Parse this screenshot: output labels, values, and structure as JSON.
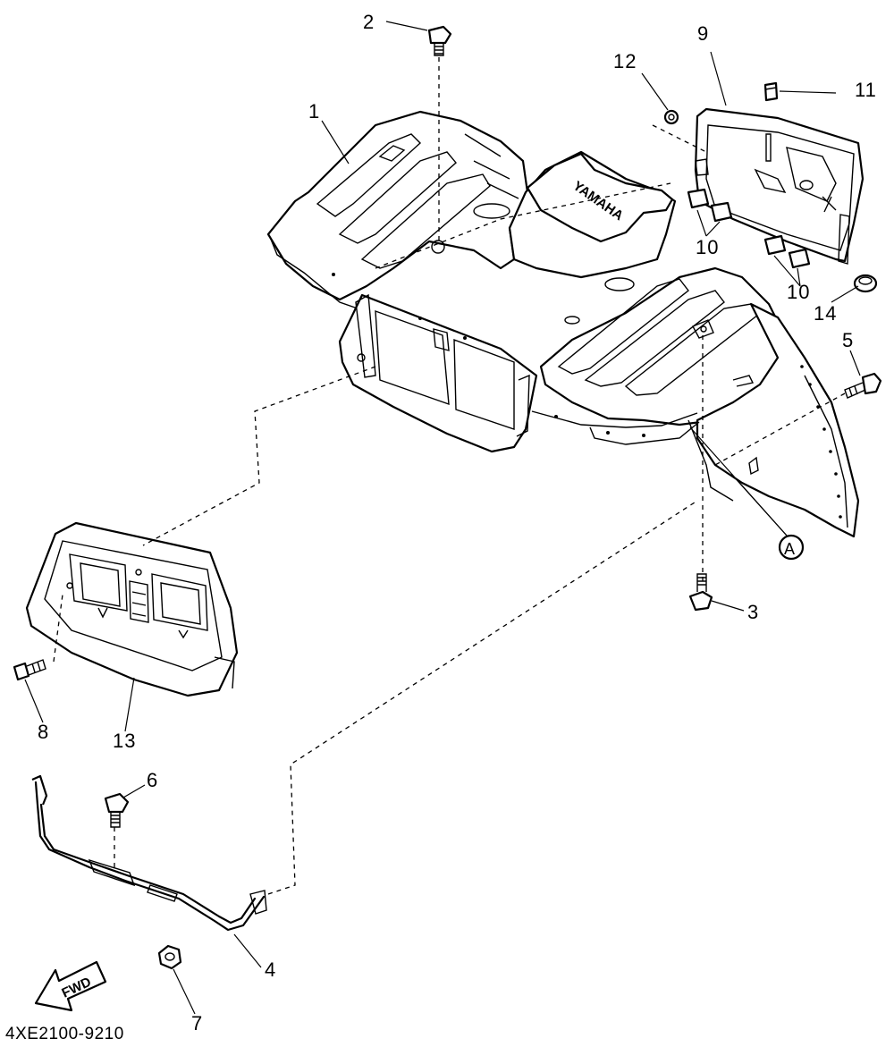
{
  "diagram": {
    "drawing_code": "4XE2100-9210",
    "brand_mark": "YAMAHA",
    "fwd_label": "FWD",
    "reference_mark": "A",
    "callouts": {
      "c1": "1",
      "c2": "2",
      "c3": "3",
      "c4": "4",
      "c5": "5",
      "c6": "6",
      "c7": "7",
      "c8": "8",
      "c9": "9",
      "c10a": "10",
      "c10b": "10",
      "c11": "11",
      "c12": "12",
      "c13": "13",
      "c14": "14"
    }
  }
}
